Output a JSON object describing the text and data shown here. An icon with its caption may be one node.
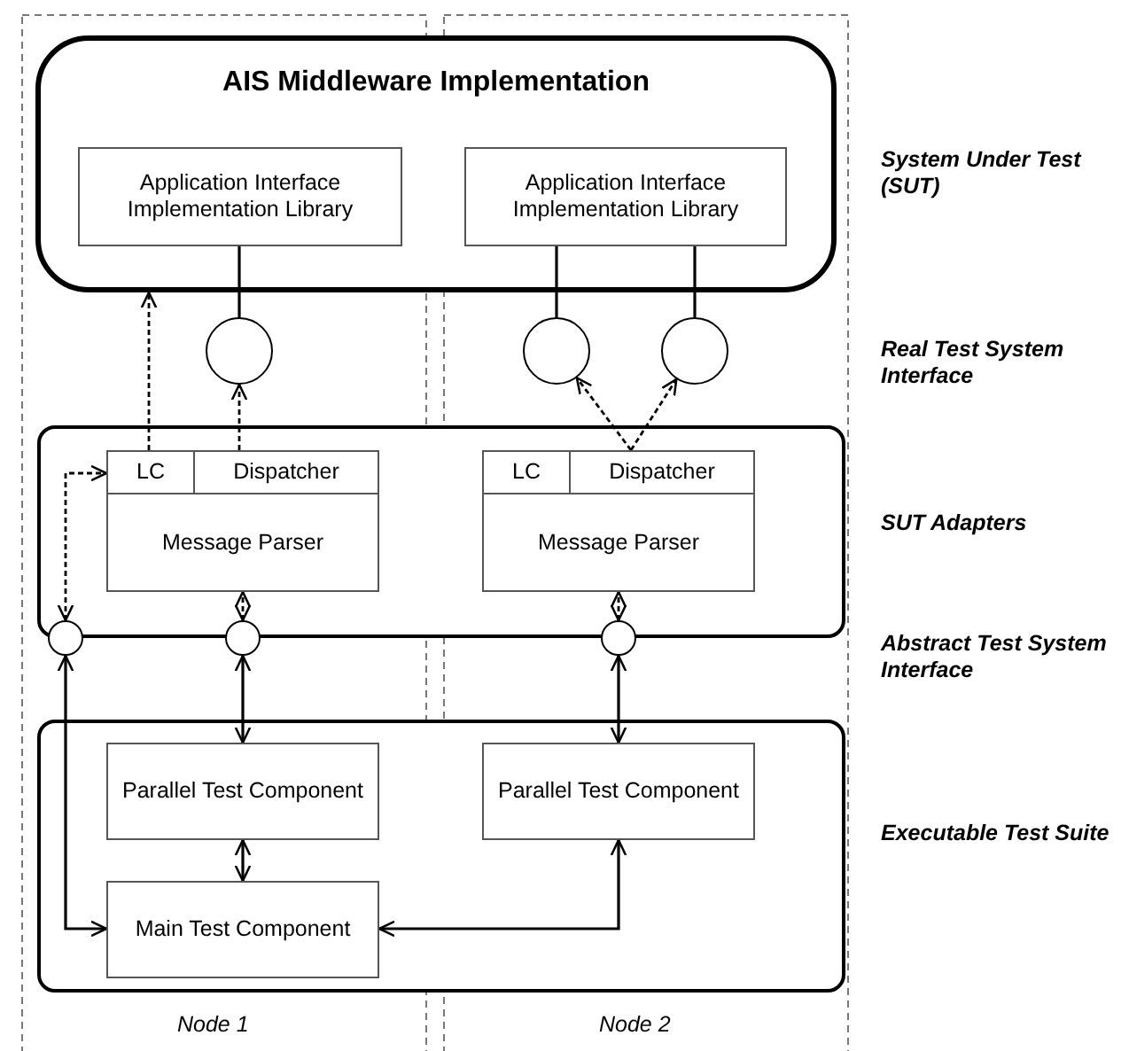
{
  "diagram": {
    "nodes": [
      {
        "text": [
          "AIS Middleware Implementation"
        ]
      },
      {
        "text": [
          "Application Interface Implementation Library"
        ],
        "in": 0
      },
      {
        "text": [
          "Application Interface Implementation Library"
        ],
        "in": 0
      },
      {
        "text": [],
        "shape": "circle"
      },
      {
        "text": [],
        "shape": "circle"
      },
      {
        "text": [],
        "shape": "circle"
      },
      {
        "text": [],
        "shape": "box"
      },
      {
        "text": [
          "Message Parser"
        ],
        "in": 6
      },
      {
        "text": [
          "LC"
        ],
        "in": 7
      },
      {
        "text": [
          "Dispatcher"
        ],
        "in": 7
      },
      {
        "text": [
          "Message Parser"
        ],
        "in": 6
      },
      {
        "text": [
          "LC"
        ],
        "in": 10
      },
      {
        "text": [
          "Dispatcher"
        ],
        "in": 10
      },
      {
        "text": [],
        "shape": "circle"
      },
      {
        "text": [],
        "shape": "circle"
      },
      {
        "text": [],
        "shape": "circle"
      },
      {
        "text": [],
        "shape": "box"
      },
      {
        "text": [
          "Parallel Test Component"
        ],
        "in": 16
      },
      {
        "text": [
          "Parallel Test Component"
        ],
        "in": 16
      },
      {
        "text": [
          "Main Test Component"
        ],
        "in": 16
      }
    ],
    "edges": [
      {
        "from": 1,
        "to": 3,
        "arrow": "none"
      },
      {
        "from": 2,
        "to": 4,
        "arrow": "none"
      },
      {
        "from": 2,
        "to": 5,
        "arrow": "none"
      },
      {
        "from": 8,
        "to": 0,
        "arrow": "to",
        "style": "dashed"
      },
      {
        "from": 9,
        "to": 3,
        "arrow": "to",
        "style": "dashed"
      },
      {
        "from": 12,
        "to": 4,
        "arrow": "to",
        "style": "dashed"
      },
      {
        "from": 12,
        "to": 5,
        "arrow": "to",
        "style": "dashed"
      },
      {
        "from": 13,
        "to": 8,
        "arrow": "both",
        "style": "dashed"
      },
      {
        "from": 14,
        "to": 7,
        "arrow": "both",
        "style": "dashed"
      },
      {
        "from": 15,
        "to": 10,
        "arrow": "both",
        "style": "dashed"
      },
      {
        "from": 14,
        "to": 17,
        "arrow": "both"
      },
      {
        "from": 15,
        "to": 18,
        "arrow": "both"
      },
      {
        "from": 13,
        "to": 19,
        "arrow": "both"
      },
      {
        "from": 17,
        "to": 19,
        "arrow": "both"
      },
      {
        "from": 19,
        "to": 18,
        "arrow": "both"
      }
    ],
    "labels": [
      "System Under Test (SUT)",
      "Real Test System Interface",
      "SUT Adapters",
      "Abstract Test System Interface",
      "Executable Test Suite",
      "Node 1",
      "Node 2"
    ]
  }
}
